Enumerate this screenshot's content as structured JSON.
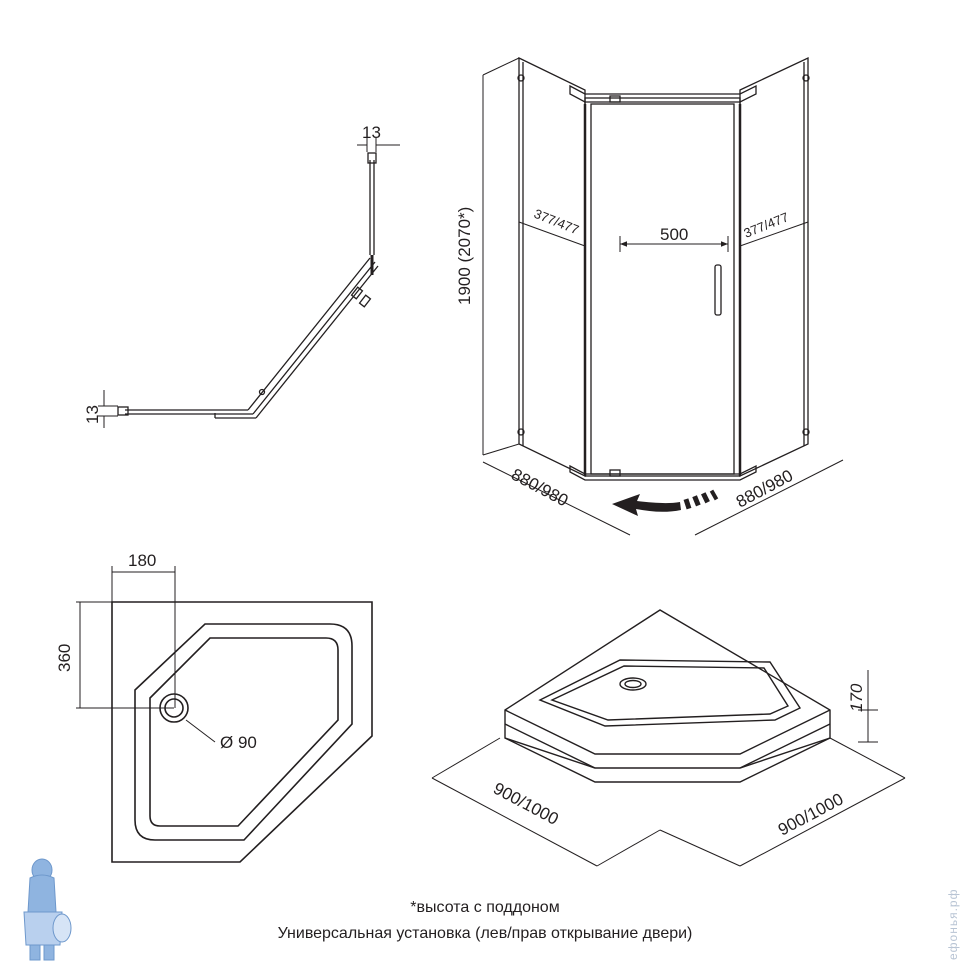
{
  "top_view": {
    "dim_top": "13",
    "dim_left": "13"
  },
  "front_view": {
    "height": "1900 (2070*)",
    "panel_left": "377/477",
    "panel_right": "377/477",
    "door_width": "500",
    "base_left": "880/980",
    "base_right": "880/980"
  },
  "tray_plan": {
    "drain_offset_x": "180",
    "drain_offset_y": "360",
    "drain_diameter": "Ø 90"
  },
  "tray_iso": {
    "height": "170",
    "width_left": "900/1000",
    "width_right": "900/1000"
  },
  "notes": {
    "height_note": "*высота с поддоном",
    "install_note": "Универсальная установка (лев/прав открывание двери)"
  },
  "watermark": "ефонья.рф",
  "colors": {
    "line": "#231f20",
    "logo": "#8fb4e0"
  }
}
